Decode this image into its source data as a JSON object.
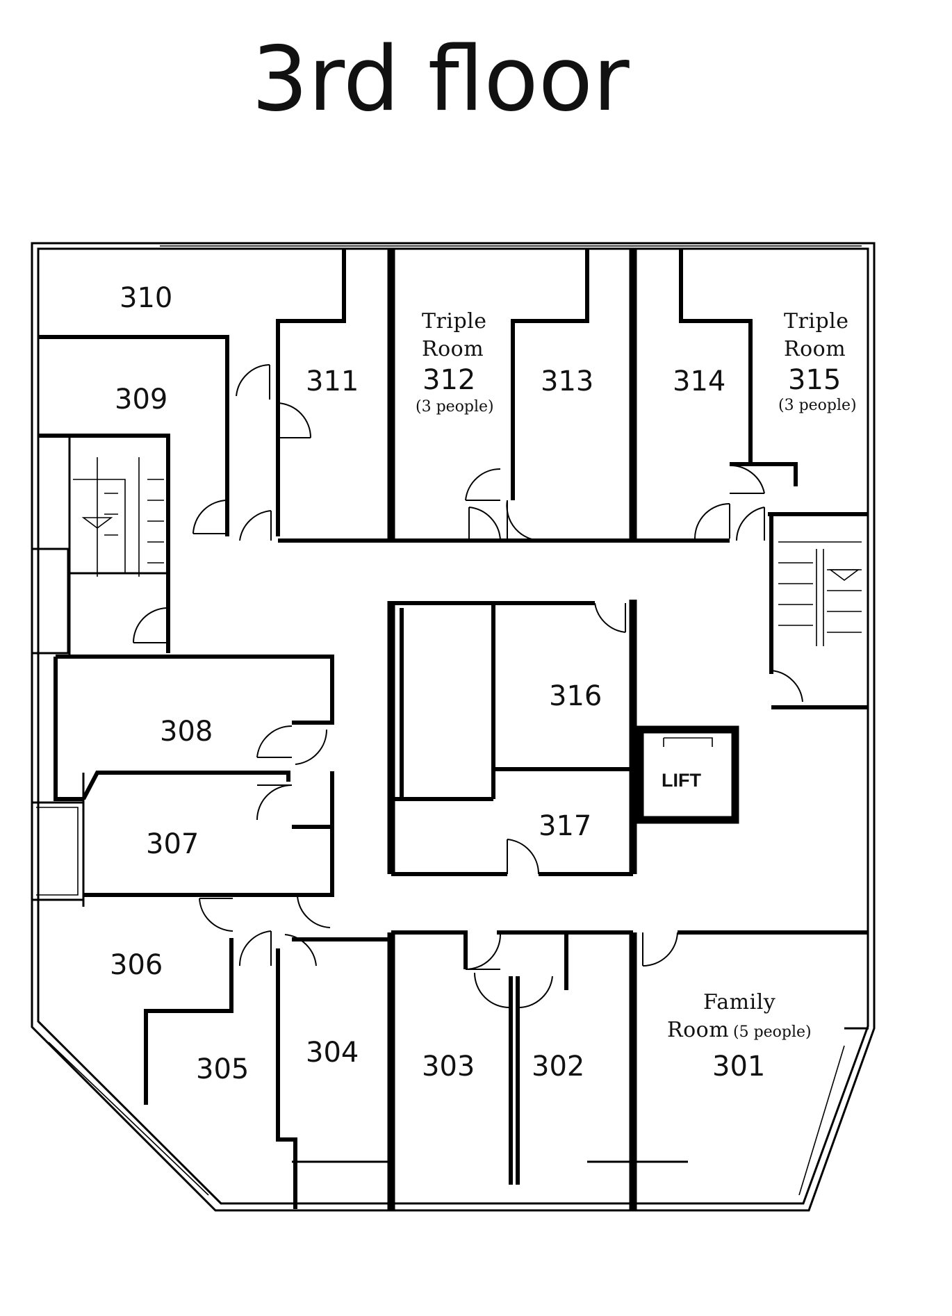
{
  "title": "3rd floor",
  "rooms": {
    "r301": {
      "label_line1": "Family",
      "label_line2": "Room",
      "capacity": "(5 people)",
      "number": "301"
    },
    "r302": {
      "number": "302"
    },
    "r303": {
      "number": "303"
    },
    "r304": {
      "number": "304"
    },
    "r305": {
      "number": "305"
    },
    "r306": {
      "number": "306"
    },
    "r307": {
      "number": "307"
    },
    "r308": {
      "number": "308"
    },
    "r309": {
      "number": "309"
    },
    "r310": {
      "number": "310"
    },
    "r311": {
      "number": "311"
    },
    "r312": {
      "label_line1": "Triple",
      "label_line2": "Room",
      "number": "312",
      "capacity": "(3 people)"
    },
    "r313": {
      "number": "313"
    },
    "r314": {
      "number": "314"
    },
    "r315": {
      "label_line1": "Triple",
      "label_line2": "Room",
      "number": "315",
      "capacity": "(3 people)"
    },
    "r316": {
      "number": "316"
    },
    "r317": {
      "number": "317"
    }
  },
  "lift": {
    "label": "LIFT"
  }
}
